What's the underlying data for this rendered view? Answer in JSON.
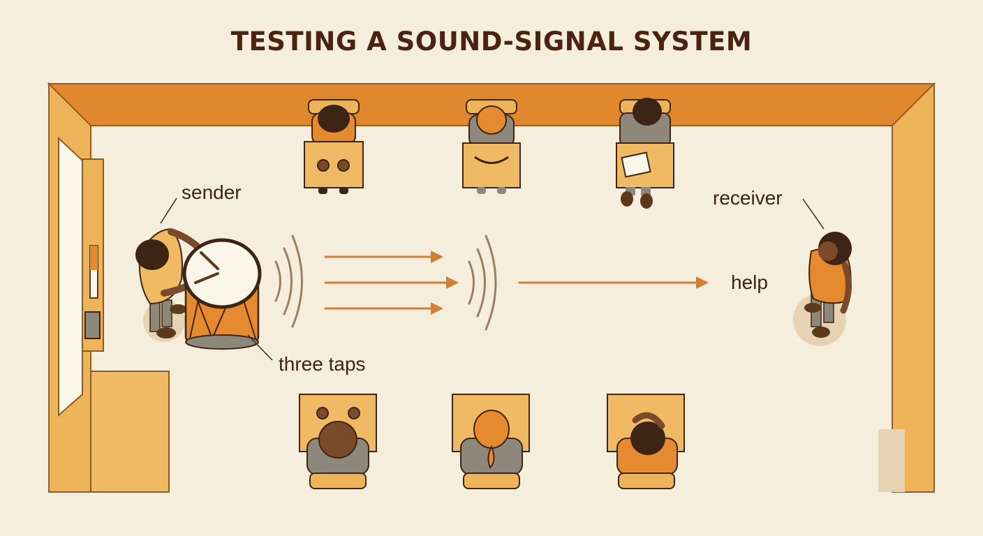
{
  "title": "TESTING A SOUND-SIGNAL SYSTEM",
  "labels": {
    "sender": "sender",
    "receiver": "receiver",
    "three_taps": "three taps",
    "help": "help"
  },
  "colors": {
    "background": "#f6eedd",
    "wall_top": "#e0882e",
    "wall_side": "#eeb45a",
    "desk": "#f0b963",
    "shirt_orange": "#e58a2e",
    "shirt_gray": "#8e877c",
    "hair_dark": "#3c2515",
    "arrow": "#d27f35",
    "sound_wave": "#9a7f63",
    "title": "#4a2410"
  }
}
